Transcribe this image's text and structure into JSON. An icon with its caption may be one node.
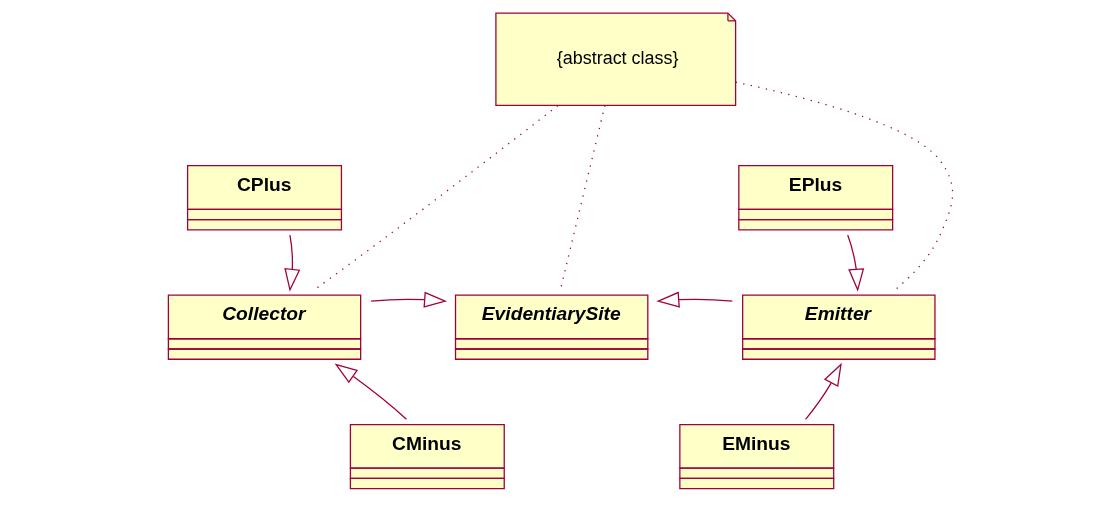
{
  "diagram": {
    "nodes": [
      {
        "text": [
          "{abstract class}"
        ]
      },
      {
        "text": [
          "CPlus"
        ]
      },
      {
        "text": [
          "EPlus"
        ]
      },
      {
        "text": [
          "Collector"
        ]
      },
      {
        "text": [
          "EvidentiarySite"
        ]
      },
      {
        "text": [
          "Emitter"
        ]
      },
      {
        "text": [
          "CMinus"
        ]
      },
      {
        "text": [
          "EMinus"
        ]
      }
    ],
    "edges": [
      {
        "from": 0,
        "to": 3,
        "arrow": "none",
        "style": "dashed"
      },
      {
        "from": 0,
        "to": 4,
        "arrow": "none",
        "style": "dashed"
      },
      {
        "from": 0,
        "to": 5,
        "arrow": "none",
        "style": "dashed"
      },
      {
        "from": 1,
        "to": 3,
        "arrow": "to"
      },
      {
        "from": 2,
        "to": 5,
        "arrow": "to"
      },
      {
        "from": 3,
        "to": 4,
        "arrow": "to"
      },
      {
        "from": 5,
        "to": 4,
        "arrow": "to"
      },
      {
        "from": 6,
        "to": 3,
        "arrow": "to"
      },
      {
        "from": 7,
        "to": 5,
        "arrow": "to"
      }
    ]
  }
}
